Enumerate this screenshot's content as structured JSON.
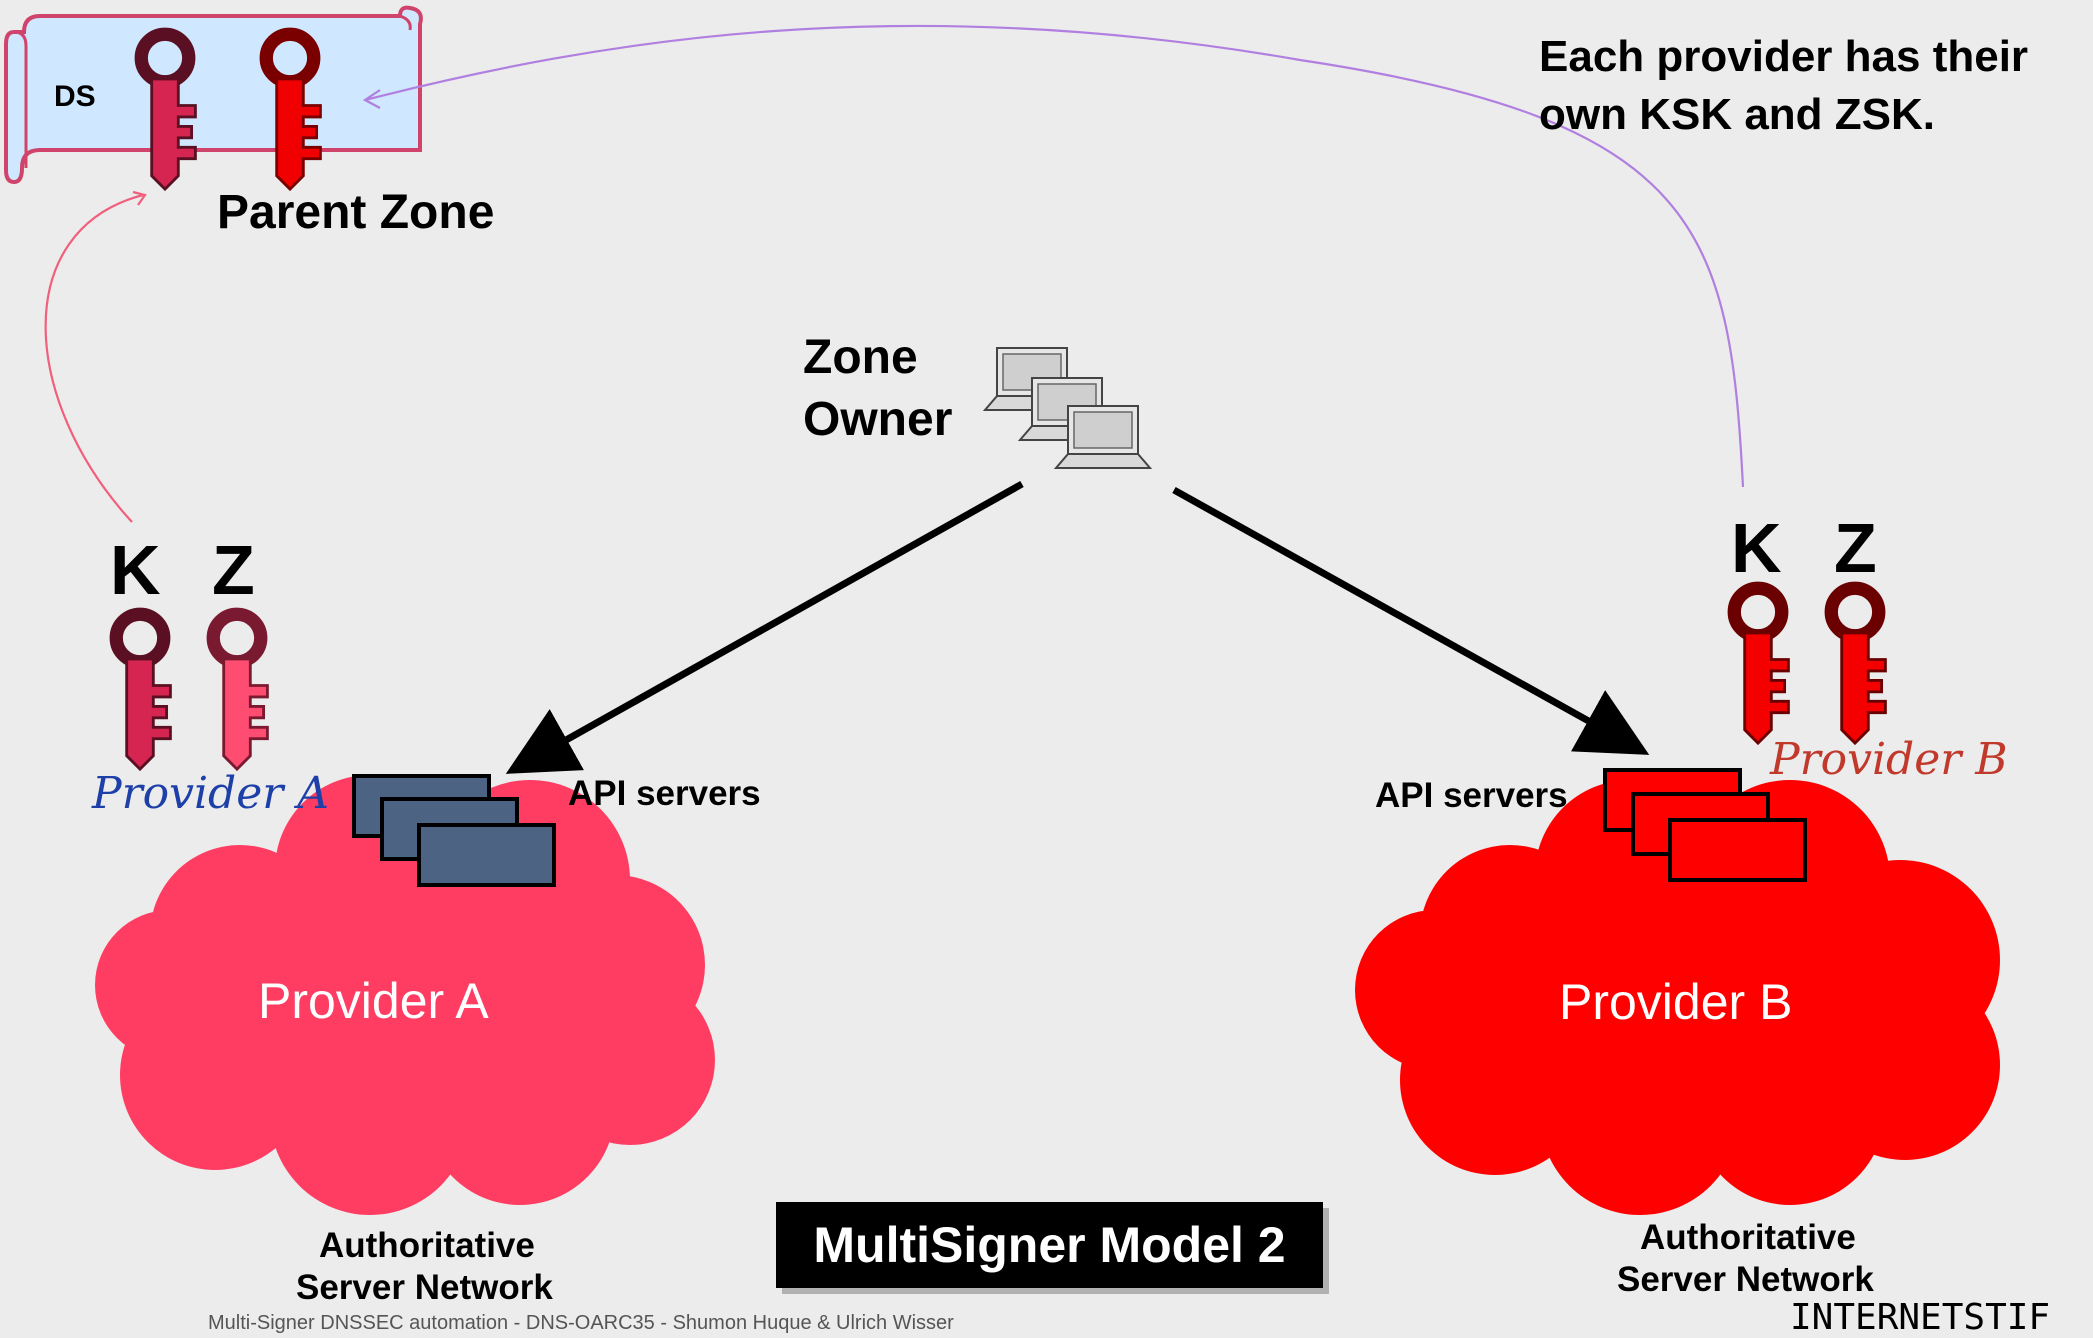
{
  "parent": {
    "ds_label": "DS",
    "title": "Parent Zone"
  },
  "note": {
    "line1": "Each provider has their",
    "line2": "own KSK and ZSK."
  },
  "owner": {
    "line1": "Zone",
    "line2": "Owner"
  },
  "provider_a": {
    "cloud_label": "Provider A",
    "script_label": "Provider A",
    "k": "K",
    "z": "Z",
    "api": "API servers",
    "net1": "Authoritative",
    "net2": "Server Network",
    "cloud_color": "#ff3d63",
    "key_color": "#e8345a",
    "server_color": "#4d6384"
  },
  "provider_b": {
    "cloud_label": "Provider B",
    "script_label": "Provider B",
    "k": "K",
    "z": "Z",
    "api": "API servers",
    "net1": "Authoritative",
    "net2": "Server Network",
    "cloud_color": "#ff0000",
    "key_color": "#f40000",
    "server_color": "#ff0000"
  },
  "title_badge": "MultiSigner Model 2",
  "footer": "Multi-Signer DNSSEC automation - DNS-OARC35 - Shumon Huque & Ulrich Wisser",
  "brand": "INTERNETSTIF"
}
